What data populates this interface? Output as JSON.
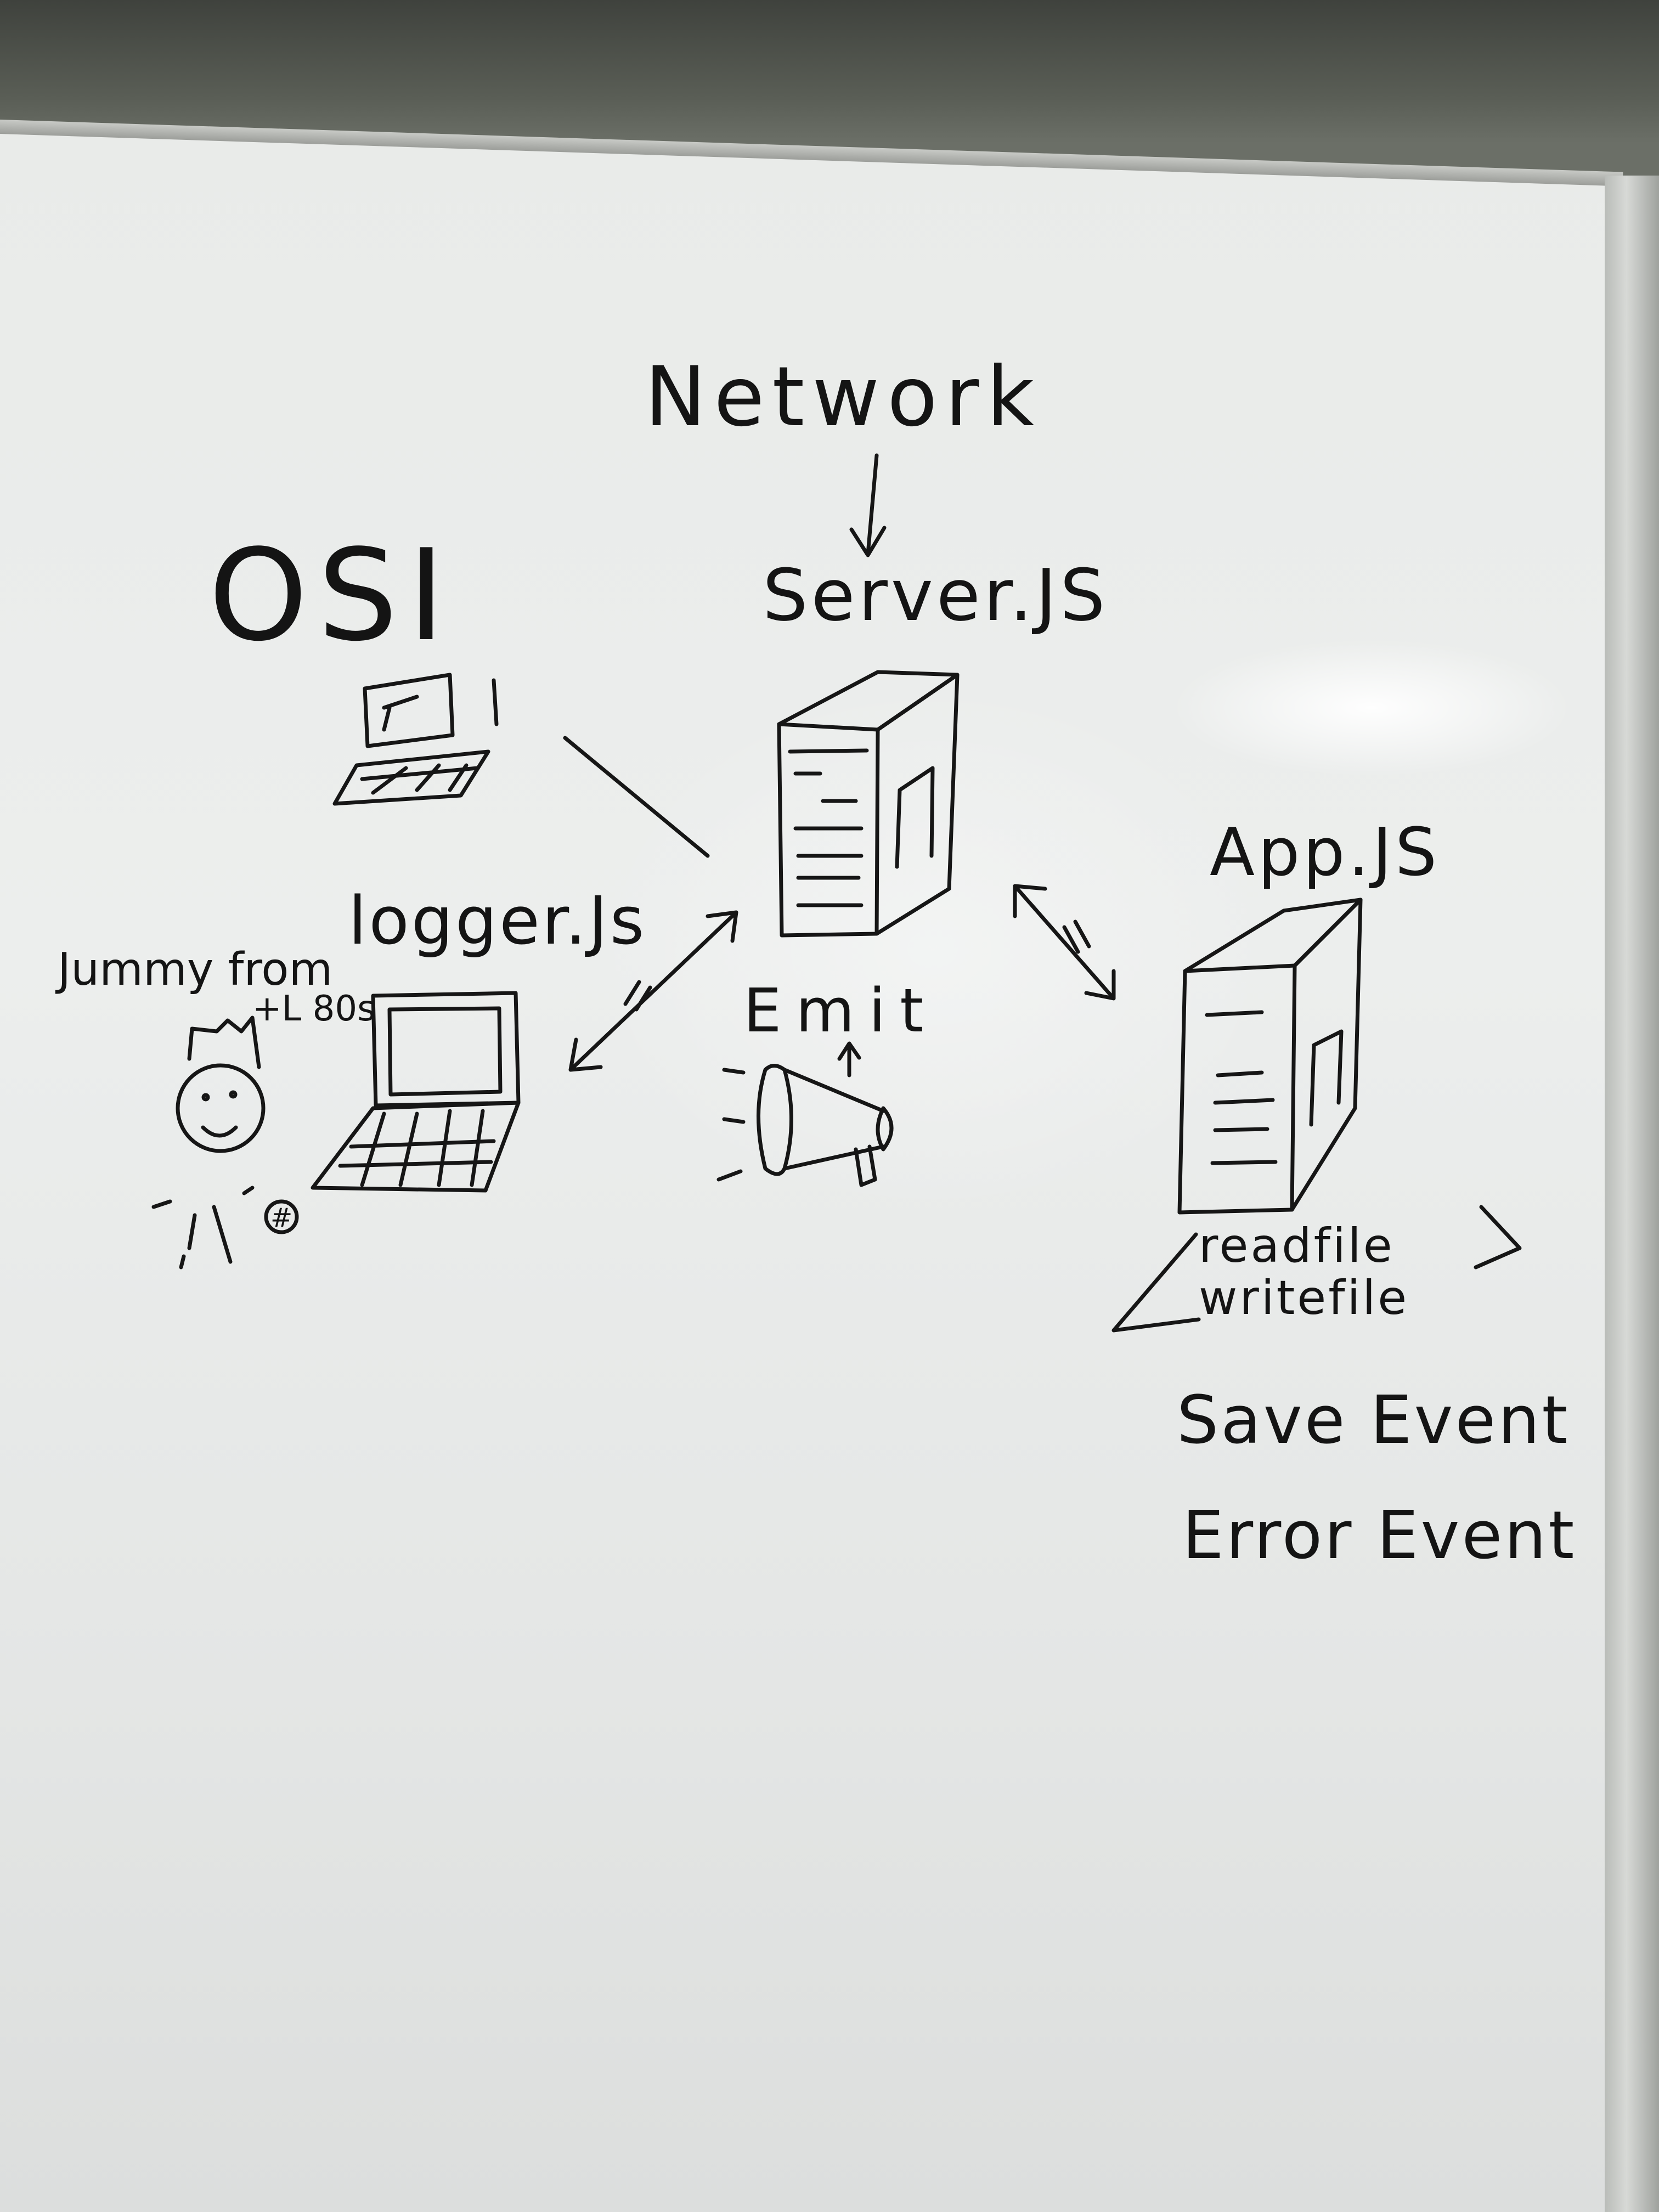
{
  "whiteboard": {
    "title": "Network",
    "labels": {
      "osi": "OSI",
      "server": "Server.JS",
      "logger": "logger.Js",
      "app": "App.JS",
      "emit": "Emit",
      "person_line1": "Jummy from",
      "person_line2": "+L 80s",
      "badge": "#",
      "readfile": "readfile",
      "writefile": "writefile",
      "save_event": "Save Event",
      "error_event": "Error Event"
    }
  }
}
